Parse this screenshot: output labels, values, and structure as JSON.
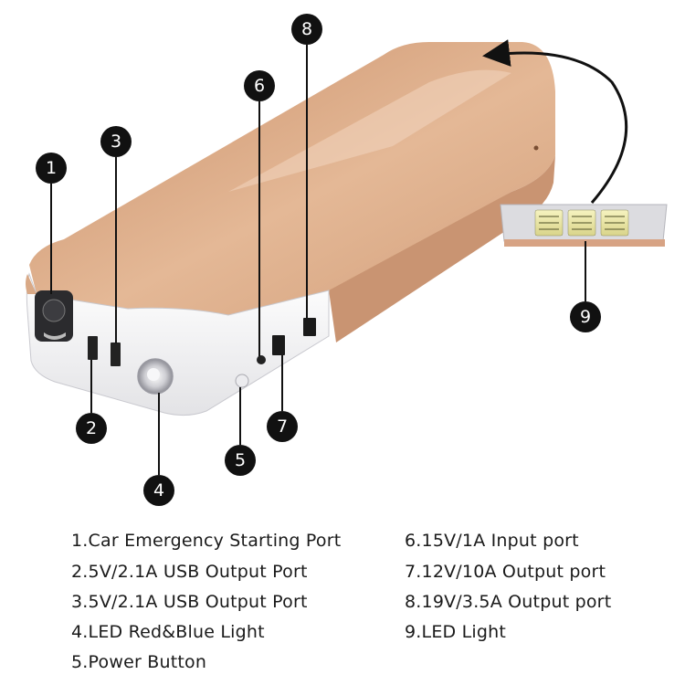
{
  "callouts": [
    {
      "id": "1",
      "number": "1"
    },
    {
      "id": "2",
      "number": "2"
    },
    {
      "id": "3",
      "number": "3"
    },
    {
      "id": "4",
      "number": "4"
    },
    {
      "id": "5",
      "number": "5"
    },
    {
      "id": "6",
      "number": "6"
    },
    {
      "id": "7",
      "number": "7"
    },
    {
      "id": "8",
      "number": "8"
    },
    {
      "id": "9",
      "number": "9"
    }
  ],
  "legend": {
    "items": [
      "1.Car Emergency Starting Port",
      "2.5V/2.1A USB Output Port",
      "3.5V/2.1A USB Output Port",
      "4.LED Red&Blue Light",
      "5.Power Button",
      "6.15V/1A Input port",
      "7.12V/10A Output port",
      "8.19V/3.5A Output port",
      "9.LED Light"
    ]
  },
  "colors": {
    "body": "#d9a986",
    "body_highlight": "#efcfb5",
    "end_cap": "#f2f2f4",
    "callout_fill": "#111111",
    "leader": "#111111"
  },
  "icons": [
    "jump-starter-icon",
    "usb-port-icon",
    "led-flashlight-icon",
    "power-button-icon",
    "dc-port-icon",
    "led-strip-icon",
    "arrow-icon"
  ]
}
